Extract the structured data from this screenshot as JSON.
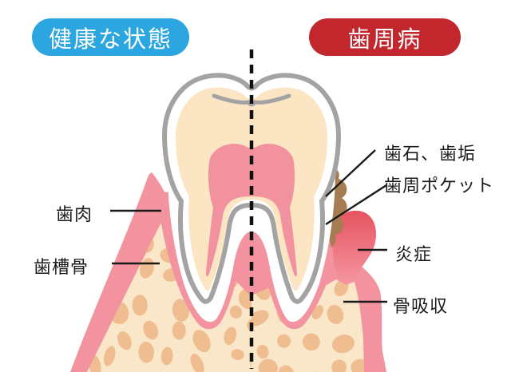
{
  "badges": {
    "healthy": "健康な状態",
    "diseased": "歯周病"
  },
  "labels": {
    "gum": "歯肉",
    "alveolar_bone": "歯槽骨",
    "tartar_plaque": "歯石、歯垢",
    "periodontal_pocket": "歯周ポケット",
    "inflammation": "炎症",
    "bone_resorption": "骨吸収"
  },
  "colors": {
    "background": "#FFFFFF",
    "badge_healthy_bg": "#2CA6E0",
    "badge_disease_bg": "#C1272D",
    "badge_text": "#FFFFFF",
    "gum_pink": "#F2939F",
    "gum_inflamed_top": "#E65460",
    "gum_inflamed_bottom": "#F598A3",
    "bone_fill": "#FAE6C8",
    "bone_spot": "#EFBD8F",
    "dentin": "#FBE5C2",
    "pulp": "#F2929E",
    "enamel": "#FFFFFF",
    "tooth_outline": "#A3A3A3",
    "tartar": "#A67C52",
    "label_text": "#1A1A1A",
    "divider": "#111111"
  }
}
